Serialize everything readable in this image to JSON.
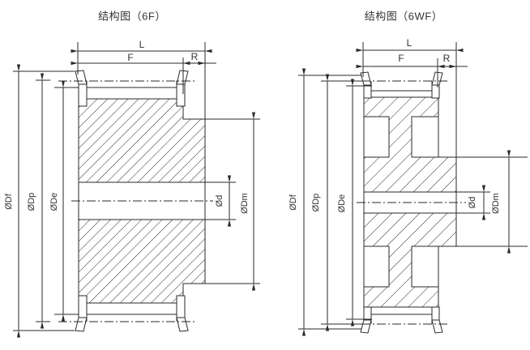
{
  "colors": {
    "line": "#2a2a2a",
    "text": "#333333",
    "bg": "#ffffff"
  },
  "figures": [
    {
      "title": "结构图（6F）",
      "labels": {
        "L": "L",
        "F": "F",
        "R": "R",
        "Df": "ØDf",
        "Dp": "ØDp",
        "De": "ØDe",
        "d": "Ød",
        "Dm": "ØDm"
      }
    },
    {
      "title": "结构图（6WF）",
      "labels": {
        "L": "L",
        "F": "F",
        "R": "R",
        "Df": "ØDf",
        "Dp": "ØDp",
        "De": "ØDe",
        "d": "Ød",
        "Dm": "ØDm"
      }
    }
  ]
}
